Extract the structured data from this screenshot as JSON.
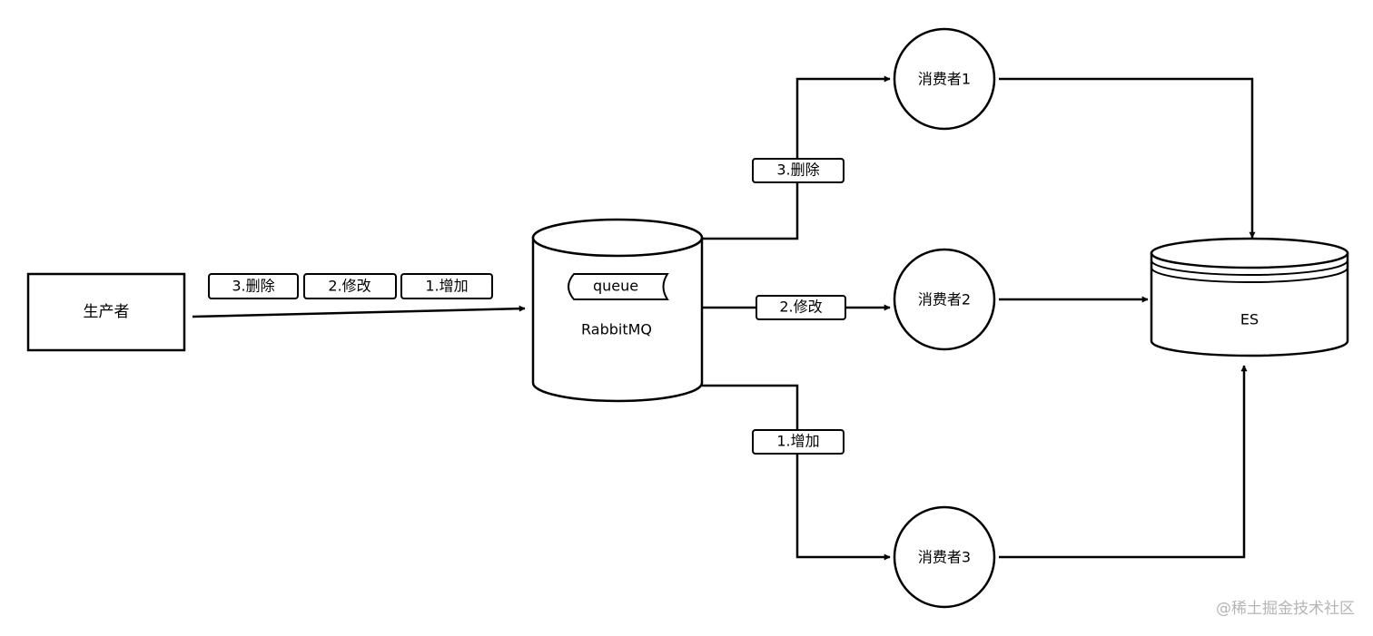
{
  "producer": {
    "label": "生产者"
  },
  "messages": {
    "delete": "3.删除",
    "update": "2.修改",
    "add": "1.增加"
  },
  "broker": {
    "label": "RabbitMQ",
    "queue_label": "queue"
  },
  "consumers": [
    {
      "label": "消费者1"
    },
    {
      "label": "消费者2"
    },
    {
      "label": "消费者3"
    }
  ],
  "store": {
    "label": "ES"
  },
  "watermark": "@稀土掘金技术社区"
}
